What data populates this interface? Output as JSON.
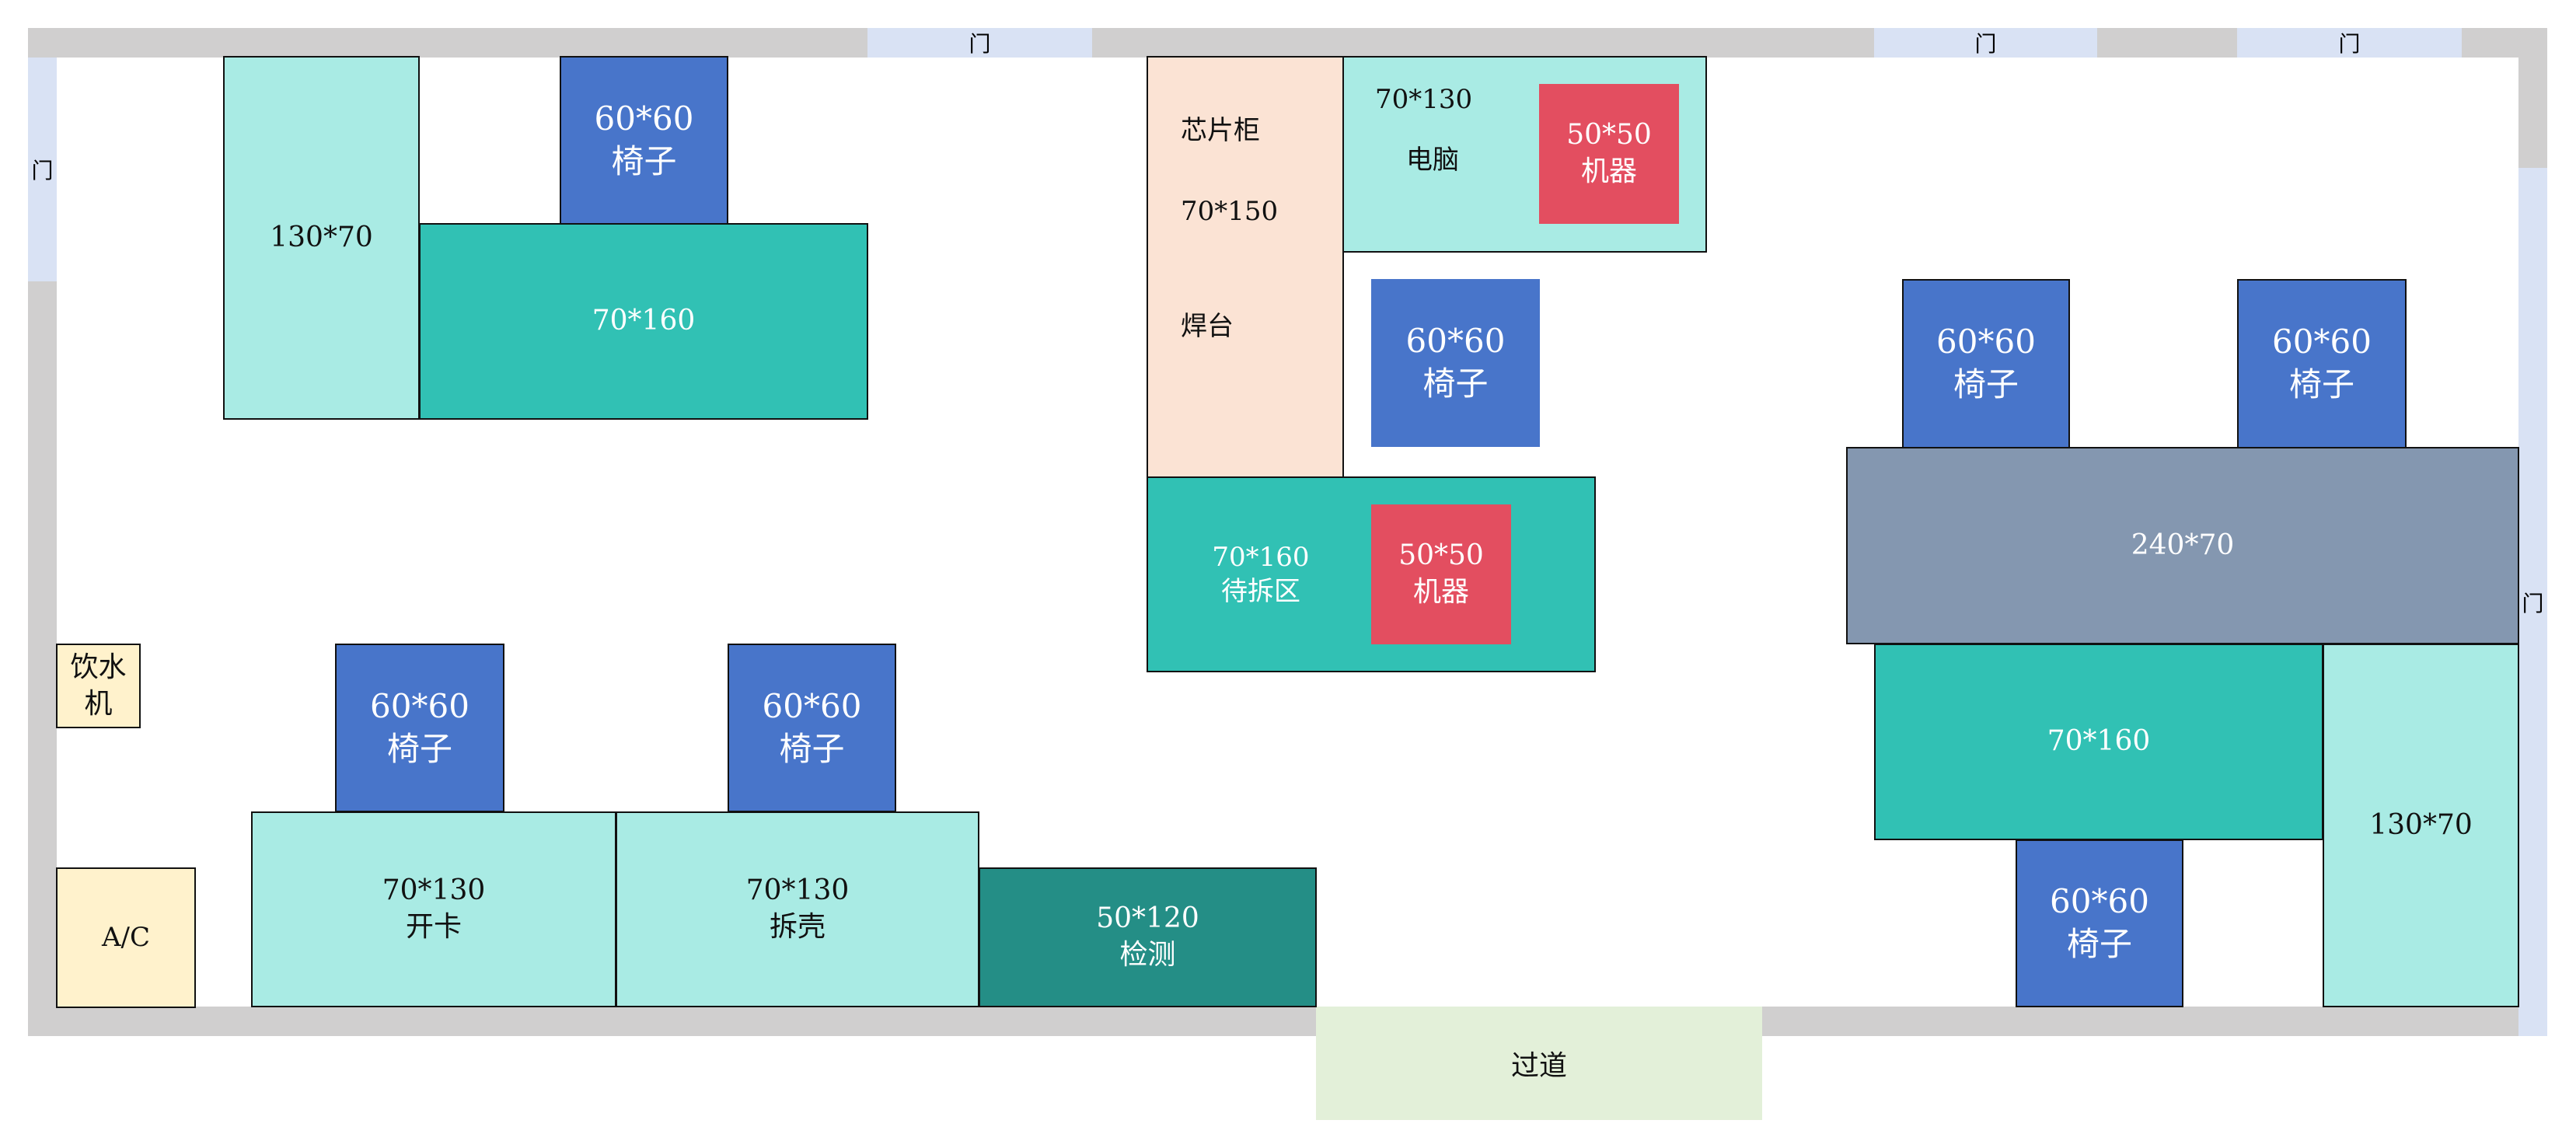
{
  "floorplan": {
    "door_label": "门",
    "doors": {
      "left": "门",
      "top_1": "门",
      "top_2": "门",
      "top_3": "门",
      "right": "门"
    },
    "corridor": "过道",
    "items": {
      "desk_top_left_side": {
        "size": "130*70"
      },
      "chair_top_left": {
        "size": "60*60",
        "name": "椅子"
      },
      "desk_top_left_main": {
        "size": "70*160"
      },
      "chip_cabinet": {
        "name": "芯片柜",
        "size": "70*150",
        "sub": "焊台"
      },
      "computer_desk": {
        "size": "70*130",
        "name": "电脑"
      },
      "machine_top": {
        "size": "50*50",
        "name": "机器"
      },
      "chair_center": {
        "size": "60*60",
        "name": "椅子"
      },
      "pending_area": {
        "size": "70*160",
        "name": "待拆区"
      },
      "machine_center": {
        "size": "50*50",
        "name": "机器"
      },
      "chair_right_1": {
        "size": "60*60",
        "name": "椅子"
      },
      "chair_right_2": {
        "size": "60*60",
        "name": "椅子"
      },
      "big_table": {
        "size": "240*70"
      },
      "desk_right_main": {
        "size": "70*160"
      },
      "desk_right_side": {
        "size": "130*70"
      },
      "chair_bottom_right": {
        "size": "60*60",
        "name": "椅子"
      },
      "water_dispenser": {
        "name": "饮水机"
      },
      "ac": {
        "name": "A/C"
      },
      "chair_bottom_left_1": {
        "size": "60*60",
        "name": "椅子"
      },
      "chair_bottom_left_2": {
        "size": "60*60",
        "name": "椅子"
      },
      "card_desk": {
        "size": "70*130",
        "name": "开卡"
      },
      "disassembly_desk": {
        "size": "70*130",
        "name": "拆壳"
      },
      "inspection_desk": {
        "size": "50*120",
        "name": "检测"
      }
    }
  },
  "colors": {
    "wall": "#d0cfcf",
    "door": "#d9e2f4",
    "chair": "#4875ca",
    "machine": "#e34e60",
    "desk_light": "#a9ebe4",
    "desk_teal": "#31c1b4",
    "desk_dark": "#248e86",
    "table_grey": "#8497b0",
    "cabinet": "#fbe3d4",
    "appliance": "#fff2cc",
    "corridor": "#e3f0d9"
  }
}
